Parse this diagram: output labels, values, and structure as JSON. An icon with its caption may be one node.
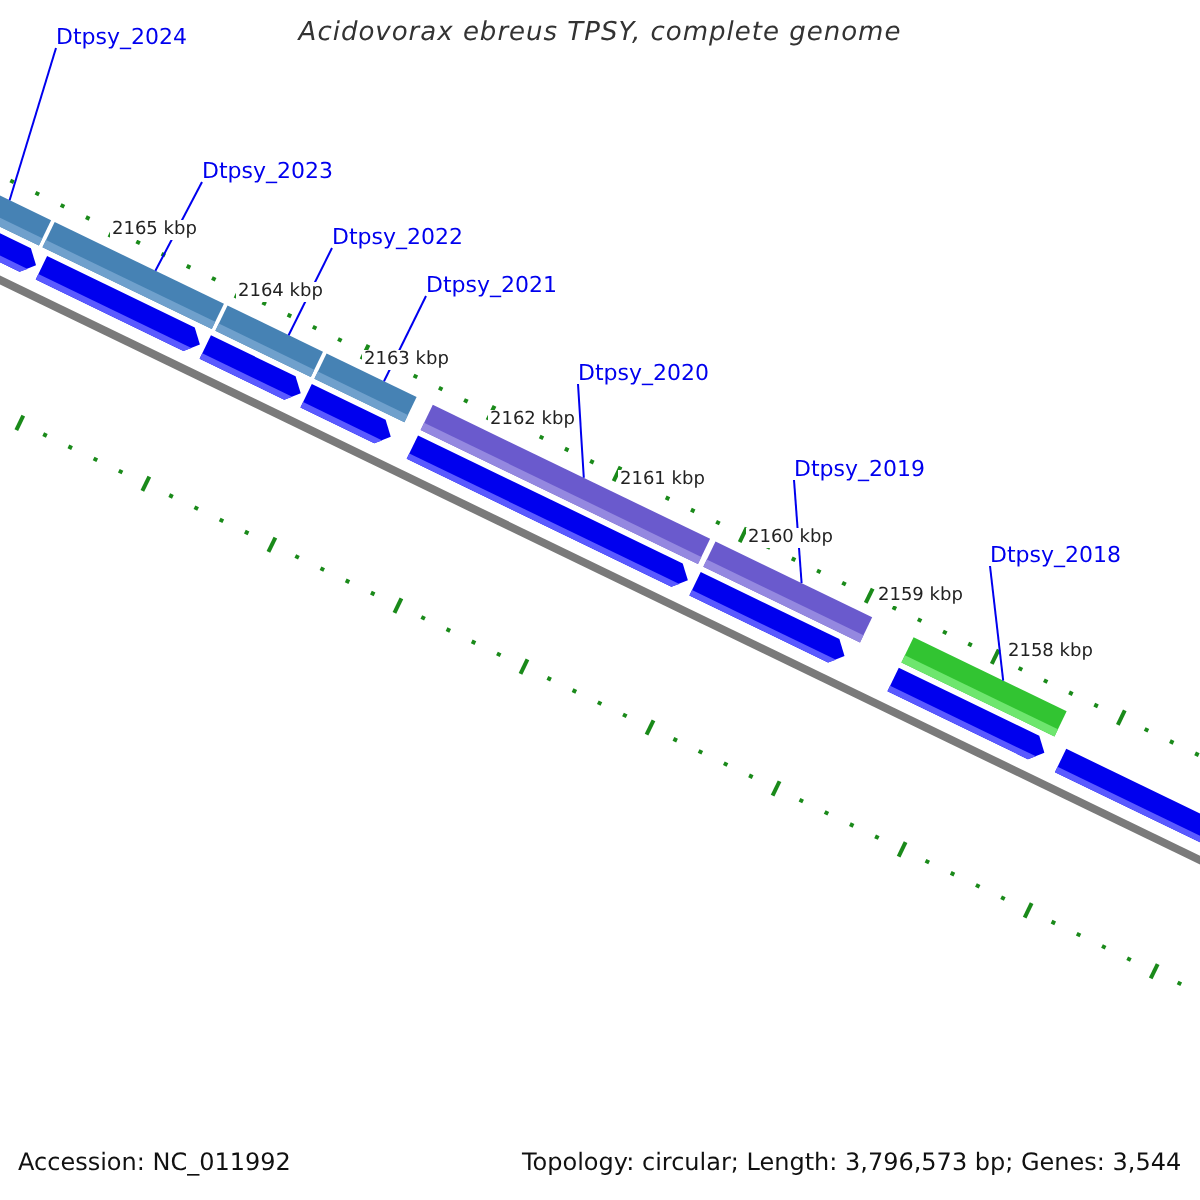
{
  "diagram": {
    "title": "Acidovorax ebreus TPSY, complete genome",
    "nodes": [
      {
        "text": [
          "Dtpsy_2024"
        ]
      },
      {
        "text": [
          "Dtpsy_2023"
        ]
      },
      {
        "text": [
          "Dtpsy_2022"
        ]
      },
      {
        "text": [
          "Dtpsy_2021"
        ]
      },
      {
        "text": [
          "Dtpsy_2020"
        ]
      },
      {
        "text": [
          "Dtpsy_2019"
        ]
      },
      {
        "text": [
          "Dtpsy_2018"
        ]
      },
      {
        "text": [],
        "shape": "bar"
      },
      {
        "text": [],
        "shape": "bar"
      },
      {
        "text": [],
        "shape": "bar"
      },
      {
        "text": [],
        "shape": "bar"
      },
      {
        "text": [],
        "shape": "bar"
      },
      {
        "text": [],
        "shape": "bar"
      },
      {
        "text": [],
        "shape": "bar"
      },
      {
        "text": [],
        "shape": "box"
      },
      {
        "text": [],
        "shape": "box"
      },
      {
        "text": [],
        "shape": "box"
      },
      {
        "text": [],
        "shape": "box"
      },
      {
        "text": [],
        "shape": "box"
      },
      {
        "text": [],
        "shape": "box"
      },
      {
        "text": [],
        "shape": "box"
      },
      {
        "text": [],
        "shape": "box"
      }
    ],
    "edges": [
      {
        "from": 0,
        "to": 7,
        "arrow": "none"
      },
      {
        "from": 1,
        "to": 8,
        "arrow": "none"
      },
      {
        "from": 2,
        "to": 9,
        "arrow": "none"
      },
      {
        "from": 3,
        "to": 10,
        "arrow": "none"
      },
      {
        "from": 4,
        "to": 11,
        "arrow": "none"
      },
      {
        "from": 5,
        "to": 12,
        "arrow": "none"
      },
      {
        "from": 6,
        "to": 13,
        "arrow": "none"
      }
    ],
    "labels": [
      "2165 kbp",
      "2164 kbp",
      "2163 kbp",
      "2162 kbp",
      "2161 kbp",
      "2160 kbp",
      "2159 kbp",
      "2158 kbp",
      "Accession: NC_011992",
      "Topology: circular; Length: 3,796,573 bp; Genes: 3,544"
    ]
  }
}
